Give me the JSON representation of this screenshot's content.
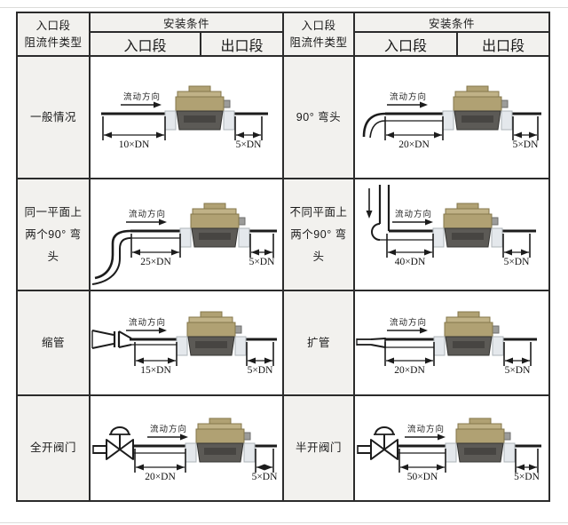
{
  "page": {
    "bg": "#ffffff"
  },
  "colors": {
    "table_border": "#2b2b2b",
    "header_bg": "#f2f1ee",
    "label_bg": "#f2f1ee",
    "diagram_bg": "#ffffff",
    "line": "#1c1c1c",
    "meter_tan": "#b0a173",
    "meter_tan_light": "#c0b287",
    "meter_tan_border": "#84774b",
    "meter_dark": "#5c5a56",
    "meter_dark_inner": "#474542",
    "flange": "#e4e8ec",
    "flange_border": "#aeb4b9",
    "knob": "#9c9c9a"
  },
  "table": {
    "header": {
      "row_label_line1": "入口段",
      "row_label_line2": "阻流件类型",
      "install_cond": "安装条件",
      "inlet": "入口段",
      "outlet": "出口段"
    },
    "flow_label": "流动方向",
    "rows": [
      {
        "cells": [
          {
            "label": "一般情况",
            "fitting": "straight",
            "inlet_dim": "10×DN",
            "outlet_dim": "5×DN"
          },
          {
            "label": "90° 弯头",
            "fitting": "elbow90",
            "inlet_dim": "20×DN",
            "outlet_dim": "5×DN"
          }
        ]
      },
      {
        "cells": [
          {
            "label": "同一平面上两个90° 弯头",
            "fitting": "double_elbow_same_plane",
            "inlet_dim": "25×DN",
            "outlet_dim": "5×DN"
          },
          {
            "label": "不同平面上两个90° 弯头",
            "fitting": "double_elbow_diff_plane",
            "inlet_dim": "40×DN",
            "outlet_dim": "5×DN"
          }
        ]
      },
      {
        "cells": [
          {
            "label": "缩管",
            "fitting": "reducer",
            "inlet_dim": "15×DN",
            "outlet_dim": "5×DN"
          },
          {
            "label": "扩管",
            "fitting": "expander",
            "inlet_dim": "20×DN",
            "outlet_dim": "5×DN"
          }
        ]
      },
      {
        "cells": [
          {
            "label": "全开阀门",
            "fitting": "valve_open",
            "inlet_dim": "20×DN",
            "outlet_dim": "5×DN"
          },
          {
            "label": "半开阀门",
            "fitting": "valve_half",
            "inlet_dim": "50×DN",
            "outlet_dim": "5×DN"
          }
        ]
      }
    ]
  }
}
